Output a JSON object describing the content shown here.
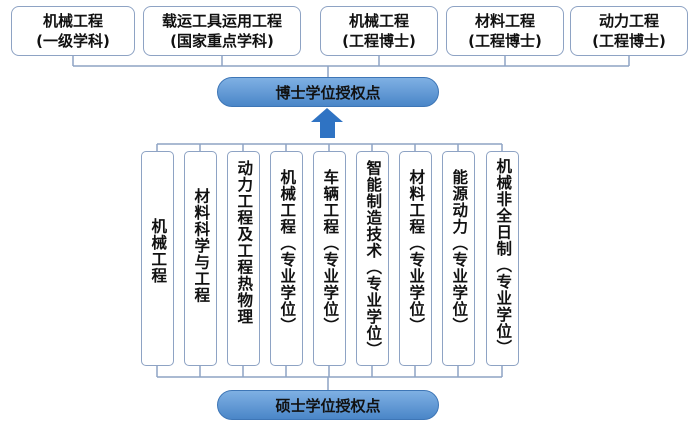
{
  "doctoral_programs": [
    {
      "name": "机械工程",
      "note": "(一级学科)"
    },
    {
      "name": "载运工具运用工程",
      "note": "(国家重点学科)"
    },
    {
      "name": "机械工程",
      "note": "(工程博士)"
    },
    {
      "name": "材料工程",
      "note": "(工程博士)"
    },
    {
      "name": "动力工程",
      "note": "(工程博士)"
    }
  ],
  "doctoral_label": "博士学位授权点",
  "masters_programs": [
    "机械工程",
    "材料科学与工程",
    "动力工程及工程热物理",
    "机械工程（专业学位）",
    "车辆工程（专业学位）",
    "智能制造技术（专业学位）",
    "材料工程（专业学位）",
    "能源动力（专业学位）",
    "机械非全日制（专业学位）"
  ],
  "masters_label": "硕士学位授权点",
  "colors": {
    "box_border": "#8ea3c4",
    "pill_fill": "#5b95d4",
    "arrow": "#2f73c3",
    "line": "#8ea3c4"
  }
}
